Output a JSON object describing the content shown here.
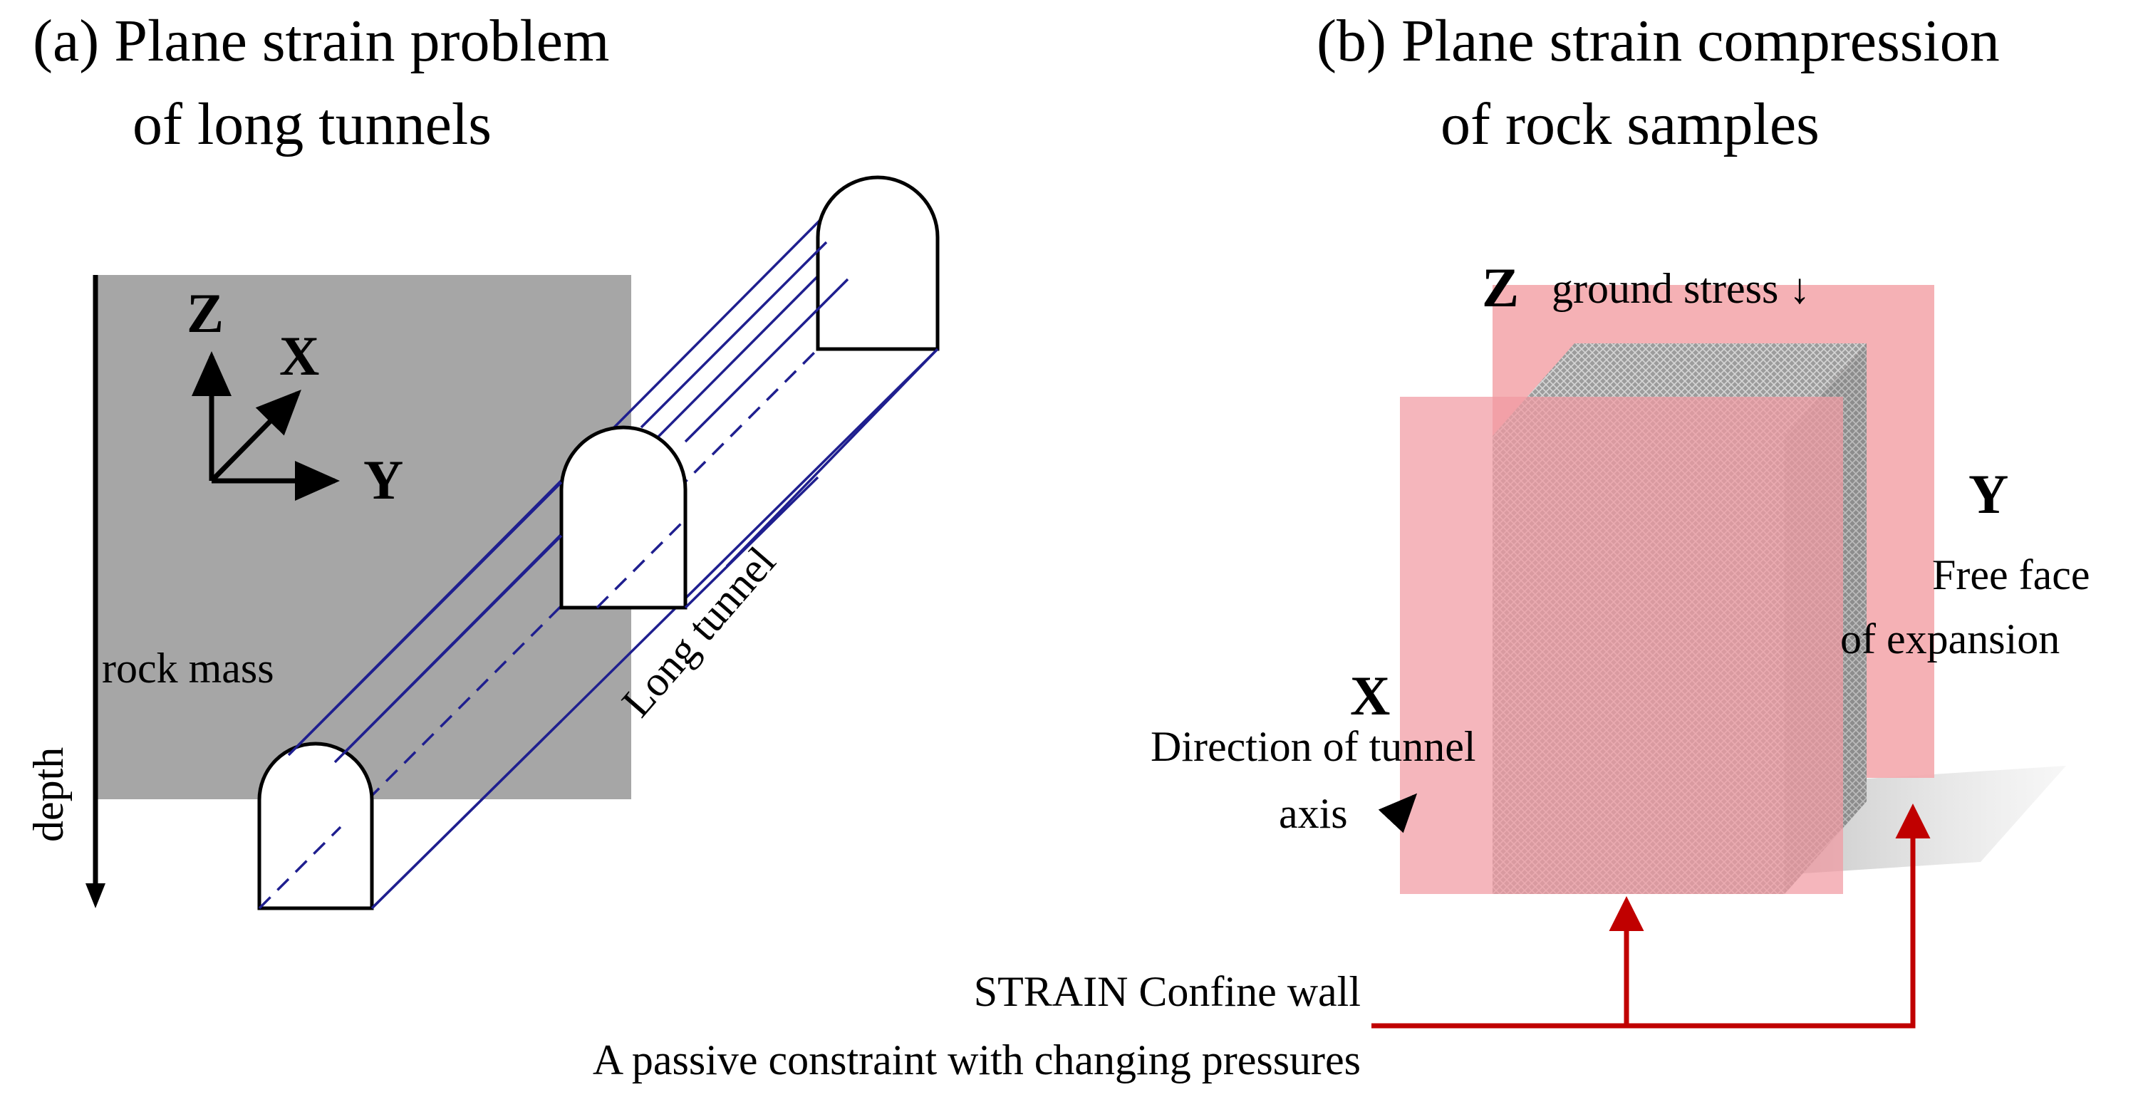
{
  "panel_a": {
    "title_line1": "(a)  Plane strain problem",
    "title_line2": "of long tunnels",
    "axes": {
      "z": "Z",
      "x": "X",
      "y": "Y"
    },
    "rock_mass_label": "rock mass",
    "depth_label": "depth",
    "tunnel_label": "Long tunnel"
  },
  "panel_b": {
    "title_line1": "(b)  Plane strain compression",
    "title_line2": "of rock samples",
    "z_label": "Z",
    "ground_stress_label": "ground stress ↓",
    "y_label": "Y",
    "free_face_line1": "Free face",
    "free_face_line2": "of  expansion",
    "x_label": "X",
    "direction_line1": "Direction of tunnel",
    "direction_line2": "axis",
    "confine_line1": "STRAIN Confine wall",
    "confine_line2": "A passive constraint with changing pressures"
  },
  "colors": {
    "rock_mass": "#a6a6a6",
    "tunnel_lines": "#1f1f8f",
    "confine_wall": "#f4a8ad",
    "arrow_red": "#c00000",
    "sample_dark": "#7a7a7a"
  }
}
